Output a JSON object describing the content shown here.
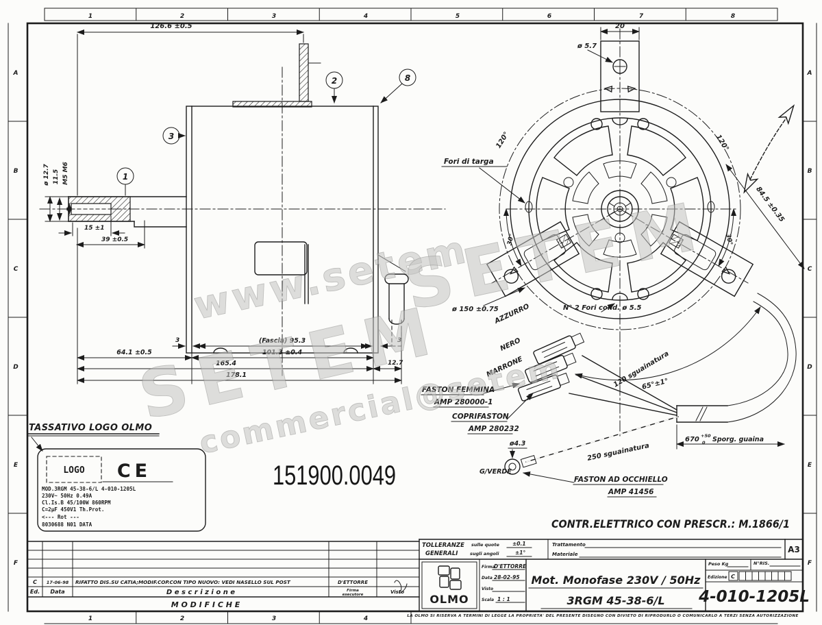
{
  "border": {
    "cols": [
      "1",
      "2",
      "3",
      "4",
      "5",
      "6",
      "7",
      "8"
    ],
    "cols_bottom": [
      "1",
      "2",
      "3",
      "4"
    ],
    "rows_left": [
      "A",
      "B",
      "C",
      "D",
      "E",
      "F"
    ],
    "rows_right": [
      "A",
      "B",
      "C",
      "D",
      "E",
      "F"
    ]
  },
  "side_view": {
    "callout_1": "1",
    "callout_2": "2",
    "callout_3": "3",
    "callout_8": "8",
    "dim_overall": "126.6 ±0.5",
    "dim_shaft_dia": "ø 12.7",
    "dim_11_5": "11.5",
    "dim_thread": "M5 M6",
    "dim_15": "15 ±1",
    "dim_39": "39 ±0.5",
    "dim_3_left": "3",
    "dim_fascia": "(Fascia) 95.3",
    "dim_3_right": "3",
    "dim_64": "64.1 ±0.5",
    "dim_101": "101.3 ±0.4",
    "dim_165": "165.4",
    "dim_12_7": "12.7",
    "dim_178": "178.1"
  },
  "front_view": {
    "dim_20": "20",
    "dim_5_7": "ø 5.7",
    "label_fori_targa": "Fori di targa",
    "dim_120_left": "120°",
    "dim_120_right": "120°",
    "dim_30_left": "30°",
    "dim_30_right": "30°",
    "dim_84": "84.5 ±0.35",
    "dim_150": "ø 150 ±0.75",
    "label_fori_cond": "N° 2 Fori cond. ø 5.5",
    "dim_65": "65°±1°"
  },
  "wiring": {
    "wire_blue": "AZZURRO",
    "wire_black": "NERO",
    "wire_brown": "MARRONE",
    "faston_label": "FASTON FEMMINA",
    "faston_ref": "AMP 280000-1",
    "cover_label": "COPRIFASTON",
    "cover_ref": "AMP 280232",
    "ring_dia": "ø4.3",
    "wire_green": "G/VERDE",
    "strip_120": "120 sguainatura",
    "strip_250": "250 sguainatura",
    "ring_label": "FASTON AD OCCHIELLO",
    "ring_ref": "AMP 41456",
    "sheath_val": "670",
    "sheath_tol_up": "+50",
    "sheath_tol_dn": "0",
    "sheath_text": "Sporg. guaina"
  },
  "nameplate": {
    "header": "TASSATIVO LOGO OLMO",
    "logo": "LOGO",
    "ce": "CE",
    "line1": "MOD.3RGM 45-38-6/L  4-010-1205L",
    "line2": "230V~     50Hz     0.49A",
    "line3": "Cl.Is.B   45/100W     860RPM",
    "line4": "C=2µF 450V1      Th.Prot.",
    "line5": "<--- Rot ---",
    "line6": "8030688 N01       DATA"
  },
  "annotations": {
    "part_number": "151900.0049",
    "electric_note": "CONTR.ELETTRICO CON PRESCR.: M.1866/1"
  },
  "modifiche": {
    "row_ed": "C",
    "row_date": "17-06-98",
    "row_desc": "RIFATTO DIS.SU CATIA;MODIF.COP.CON TIPO NUOVO: VEDI NASELLO SUL POST",
    "row_firma": "D'ETTORRE",
    "h_ed": "Ed.",
    "h_date": "Data",
    "h_desc": "D e s c r i z i o n e",
    "h_firma1": "Firma",
    "h_firma2": "esecutore",
    "h_visto": "Visto",
    "title": "M O D I F I C H E"
  },
  "title_block": {
    "tol1": "TOLLERANZE",
    "tol2": "GENERALI",
    "quote_lbl": "sulle quote",
    "quote_val": "±0.1",
    "ang_lbl": "sugli angoli",
    "ang_val": "±1°",
    "tratt": "Trattamento",
    "mater": "Materiale",
    "format": "A3",
    "logo": "OLMO",
    "firma_lbl": "Firma",
    "firma_val": "D'ETTORRE",
    "data_lbl": "Data",
    "data_val": "28-02-95",
    "visto_lbl": "Visto",
    "scala_lbl": "Scala",
    "scala_val": "1 : 1",
    "title1": "Mot. Monofase 230V / 50Hz",
    "title2": "3RGM 45-38-6/L",
    "peso": "Peso Kg",
    "nris": "N°RIS.",
    "ediz_lbl": "Edizione",
    "ediz_val": "C",
    "code": "4-010-1205L",
    "legal": "LA OLMO SI RISERVA A TERMINI DI LEGGE LA PROPRIETA' DEL PRESENTE DISEGNO CON DIVIETO DI RIPRODURLO O COMUNICARLO A TERZI SENZA AUTORIZZAZIONE"
  },
  "watermarks": {
    "wm1": "www.setem",
    "wm2": "SETEM",
    "wm3": "SETEM",
    "wm4": "commercial@setem"
  }
}
